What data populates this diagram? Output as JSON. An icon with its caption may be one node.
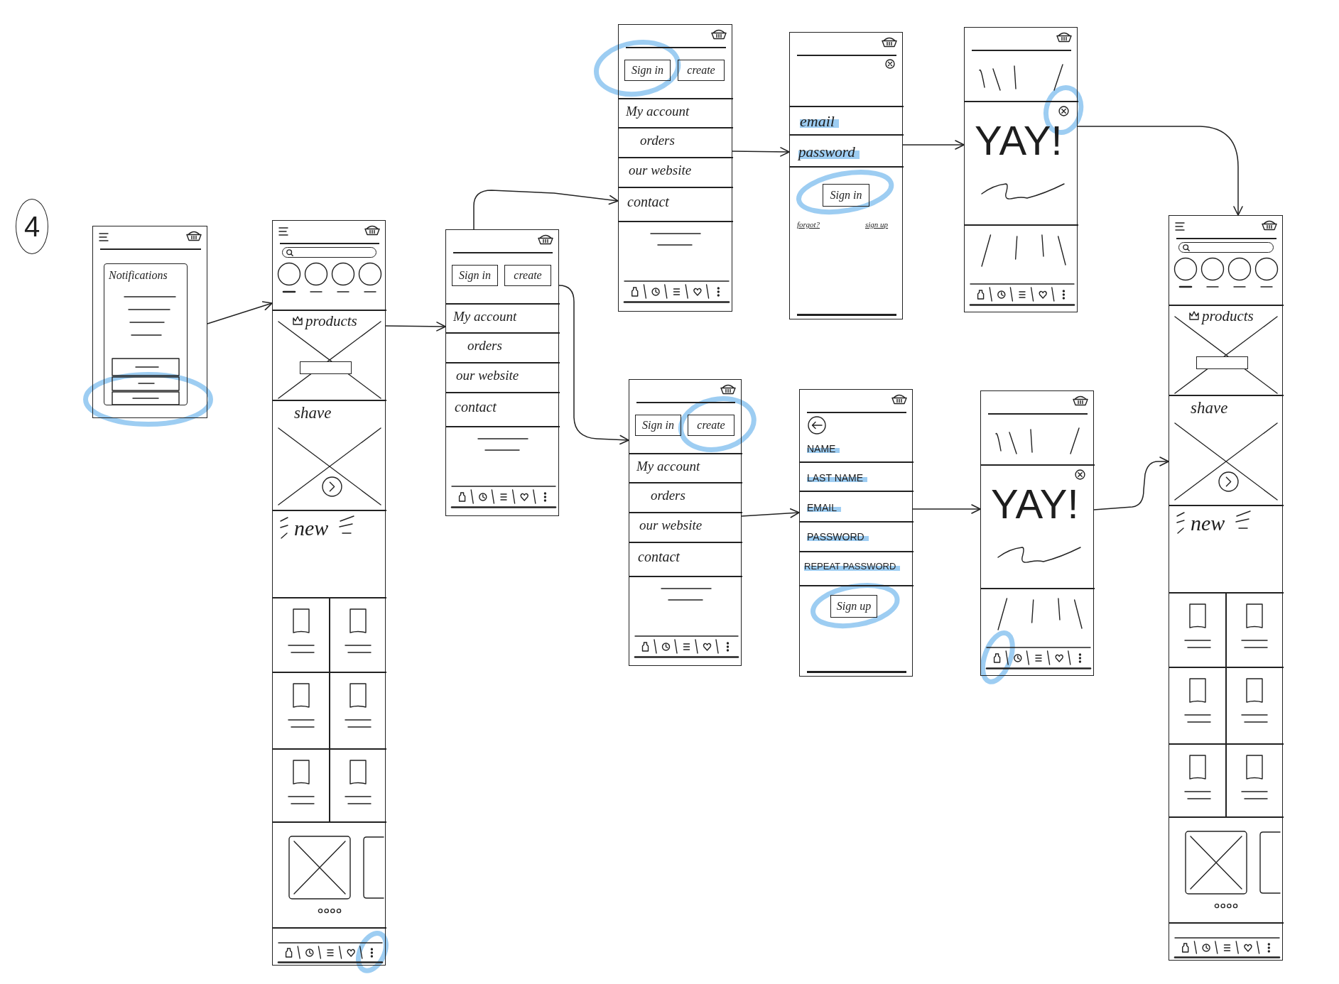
{
  "diagram": {
    "nodes": [
      {
        "text": [],
        "shape": "box"
      },
      {
        "text": [
          "Notifications"
        ],
        "in": 0
      },
      {
        "text": [
          "products",
          "shave",
          "new"
        ]
      },
      {
        "text": [
          "My account",
          "orders",
          "our website",
          "contact"
        ]
      },
      {
        "text": [
          "Sign in"
        ],
        "in": 3
      },
      {
        "text": [
          "create"
        ],
        "in": 3
      },
      {
        "text": [
          "My account",
          "orders",
          "our website",
          "contact"
        ]
      },
      {
        "text": [
          "Sign in"
        ],
        "in": 6
      },
      {
        "text": [
          "create"
        ],
        "in": 6
      },
      {
        "text": [
          "email",
          "password",
          "forgot?",
          "sign up"
        ]
      },
      {
        "text": [
          "Sign in"
        ],
        "in": 9
      },
      {
        "text": [
          "YAY!"
        ]
      },
      {
        "text": [
          "My account",
          "orders",
          "our website",
          "contact"
        ]
      },
      {
        "text": [
          "Sign in"
        ],
        "in": 12
      },
      {
        "text": [
          "create"
        ],
        "in": 12
      },
      {
        "text": [
          "NAME",
          "LAST NAME",
          "EMAIL",
          "PASSWORD",
          "REPEAT PASSWORD"
        ]
      },
      {
        "text": [
          "Sign up"
        ],
        "in": 15
      },
      {
        "text": [
          "YAY!"
        ]
      },
      {
        "text": [
          "products",
          "shave",
          "new"
        ]
      }
    ],
    "edges": [
      {
        "from": 0,
        "to": 2,
        "arrow": "to"
      },
      {
        "from": 2,
        "to": 3,
        "arrow": "to"
      },
      {
        "from": 3,
        "to": 6,
        "arrow": "to"
      },
      {
        "from": 3,
        "to": 12,
        "arrow": "to"
      },
      {
        "from": 6,
        "to": 9,
        "arrow": "to"
      },
      {
        "from": 9,
        "to": 11,
        "arrow": "to"
      },
      {
        "from": 11,
        "to": 18,
        "arrow": "to"
      },
      {
        "from": 12,
        "to": 15,
        "arrow": "to"
      },
      {
        "from": 15,
        "to": 17,
        "arrow": "to"
      },
      {
        "from": 17,
        "to": 18,
        "arrow": "to"
      }
    ],
    "labels": [
      "4"
    ]
  }
}
